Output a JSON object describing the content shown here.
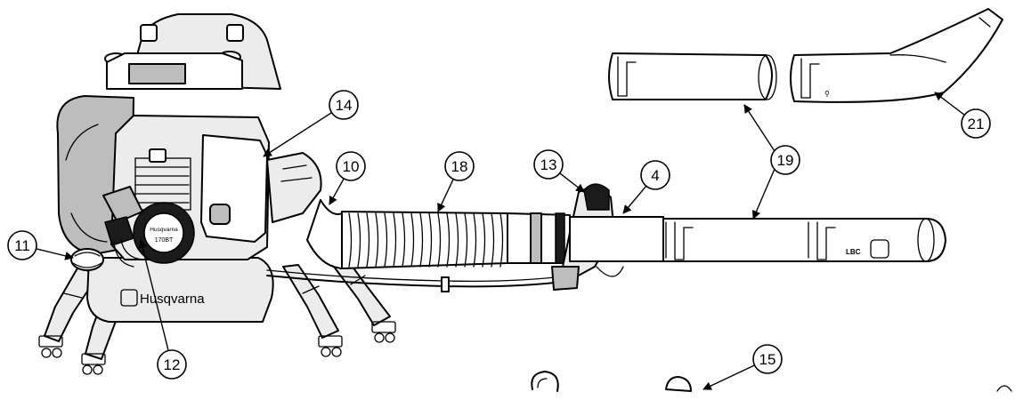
{
  "brand": {
    "logo_text": "Husqvarna",
    "model": "170BT",
    "tube_code": "LBC"
  },
  "callouts": [
    {
      "id": "c4",
      "label": "4"
    },
    {
      "id": "c10",
      "label": "10"
    },
    {
      "id": "c11",
      "label": "11"
    },
    {
      "id": "c12",
      "label": "12"
    },
    {
      "id": "c13",
      "label": "13"
    },
    {
      "id": "c14",
      "label": "14"
    },
    {
      "id": "c15",
      "label": "15"
    },
    {
      "id": "c18",
      "label": "18"
    },
    {
      "id": "c19",
      "label": "19"
    },
    {
      "id": "c21",
      "label": "21"
    }
  ],
  "colors": {
    "line": "#000000",
    "background": "#ffffff",
    "shade": "#bdbdbd"
  }
}
